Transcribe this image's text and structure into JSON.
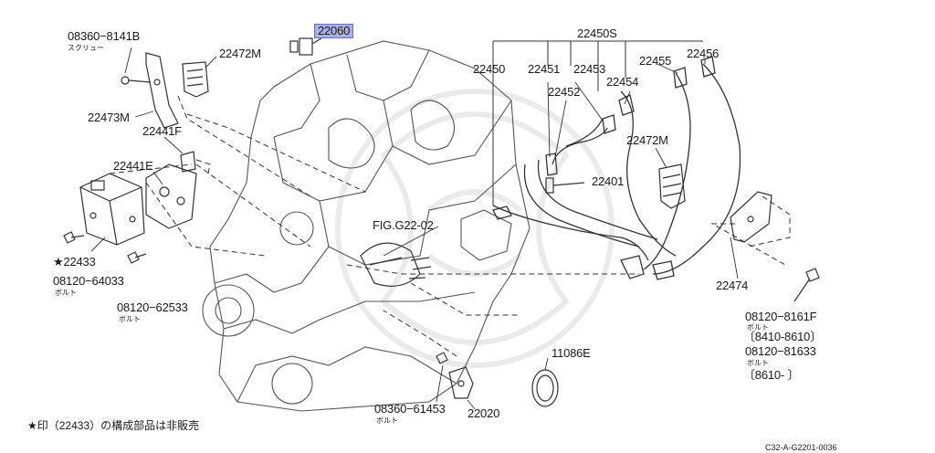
{
  "parts": {
    "p08360_8141b": "08360−8141B",
    "p08360_8141b_sub": "スクリュー",
    "p22060": "22060",
    "p22472m_top": "22472M",
    "p22473m": "22473M",
    "p22441f": "22441F",
    "p22441e": "22441E",
    "p22433": "★22433",
    "p08120_64033": "08120−64033",
    "p08120_64033_sub": "ボルト",
    "p08120_62533": "08120−62533",
    "p08120_62533_sub": "ボルト",
    "p22450s": "22450S",
    "p22450": "22450",
    "p22451": "22451",
    "p22453": "22453",
    "p22452": "22452",
    "p22454": "22454",
    "p22455": "22455",
    "p22456": "22456",
    "p22472m_right": "22472M",
    "p22401": "22401",
    "p22474": "22474",
    "fig_ref": "FIG.G22-02",
    "p08120_8161f": "08120−8161F",
    "p08120_8161f_sub": "ボルト",
    "p08120_8161f_range": "〔8410-8610〕",
    "p08120_81633": "08120−81633",
    "p08120_81633_sub": "ボルト",
    "p08120_81633_range": "〔8610-        〕",
    "p11086e": "11086E",
    "p08360_61453": "08360−61453",
    "p08360_61453_sub": "ボルト",
    "p22020": "22020"
  },
  "footnote": "★印（22433）の構成部品は非販売",
  "diagram_code": "C32-A-G2201-0036",
  "highlight_color": "#aab0e0"
}
